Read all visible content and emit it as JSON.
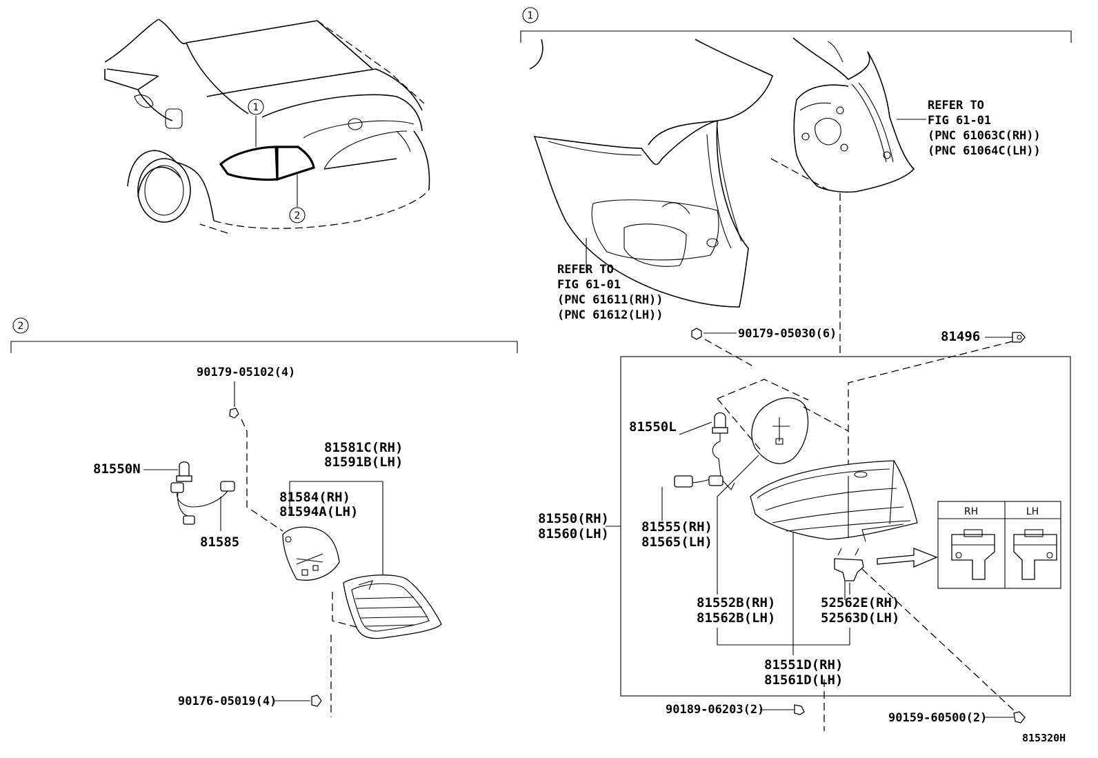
{
  "callouts": {
    "one": "1",
    "two": "2"
  },
  "upper_section": {
    "refer_quarter": [
      "REFER TO",
      "FIG 61-01",
      "(PNC 61063C(RH))",
      "(PNC 61064C(LH))"
    ],
    "refer_panel": [
      "REFER TO",
      "FIG 61-01",
      "(PNC 61611(RH))",
      "(PNC 61612(LH))"
    ]
  },
  "parts": {
    "p90179_05030": "90179-05030(6)",
    "p81496": "81496",
    "p81550L": "81550L",
    "p81550_rh": "81550(RH)",
    "p81560_lh": "81560(LH)",
    "p81555_rh": "81555(RH)",
    "p81565_lh": "81565(LH)",
    "p81552B_rh": "81552B(RH)",
    "p81562B_lh": "81562B(LH)",
    "p52562E_rh": "52562E(RH)",
    "p52563D_lh": "52563D(LH)",
    "p81551D_rh": "81551D(RH)",
    "p81561D_lh": "81561D(LH)",
    "p90189_06203": "90189-06203(2)",
    "p90159_60500": "90159-60500(2)",
    "p90179_05102": "90179-05102(4)",
    "p81581C_rh": "81581C(RH)",
    "p81591B_lh": "81591B(LH)",
    "p81584_rh": "81584(RH)",
    "p81594A_lh": "81594A(LH)",
    "p81550N": "81550N",
    "p81585": "81585",
    "p90176_05019": "90176-05019(4)"
  },
  "inset": {
    "rh": "RH",
    "lh": "LH"
  },
  "drawing_code": "815320H"
}
